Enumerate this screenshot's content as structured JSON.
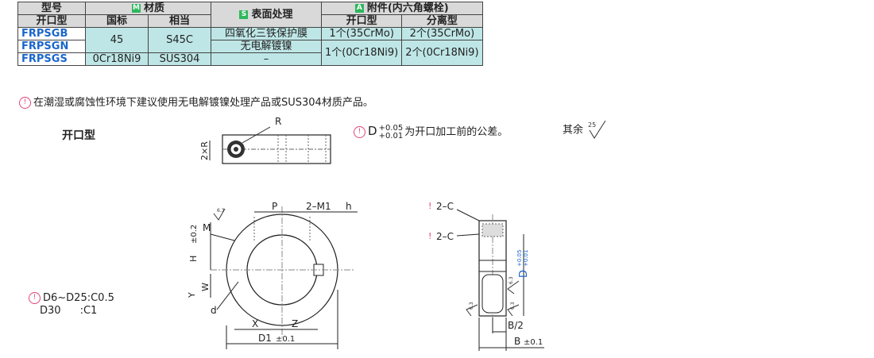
{
  "table": {
    "h_model": "型号",
    "h_material": "材质",
    "h_material_badge": "M",
    "h_surface": "表面处理",
    "h_surface_badge": "S",
    "h_accessory": "附件(内六角螺栓)",
    "h_accessory_badge": "A",
    "h_open": "开口型",
    "h_national": "国标",
    "h_equiv": "相当",
    "h_acc_open": "开口型",
    "h_acc_split": "分离型",
    "r1_code": "FRPSGB",
    "r2_code": "FRPSGN",
    "r3_code": "FRPSGS",
    "r12_national": "45",
    "r12_equiv": "S45C",
    "r1_surface": "四氧化三铁保护膜",
    "r2_surface": "无电解镀镍",
    "r3_national": "0Cr18Ni9",
    "r3_equiv": "SUS304",
    "r3_surface": "–",
    "r1_acc_open": "1个(35CrMo)",
    "r1_acc_split": "2个(35CrMo)",
    "r23_acc_open": "1个(0Cr18Ni9)",
    "r23_acc_split": "2个(0Cr18Ni9)"
  },
  "notes": {
    "main": "在潮湿或腐蚀性环境下建议使用无电解镀镍处理产品或SUS304材质产品。",
    "title_open": "开口型",
    "tol_prefix": "D",
    "tol_upper": "+0.05",
    "tol_lower": "+0.01",
    "tol_text": "为开口加工前的公差。",
    "rest": "其余",
    "rest_val": "25",
    "chamfer1": "D6~D25:C0.5",
    "chamfer2": "D30",
    "chamfer2_val": ":C1"
  },
  "dims": {
    "R": "R",
    "twoR": "2×R",
    "P": "P",
    "M1": "2–M1",
    "h": "h",
    "M": "M",
    "H": "H",
    "H_tol": "±0.2",
    "W": "W",
    "Y": "Y",
    "d": "d",
    "X": "X",
    "Z": "Z",
    "D1": "D1",
    "D1_tol": "±0.1",
    "C1": "2–C",
    "C2": "2–C",
    "D": "D",
    "D_up": "+0.05",
    "D_lo": "+0.01",
    "B2": "B/2",
    "B": "B",
    "B_tol": "±0.1",
    "r63a": "6.3",
    "r63b": "6.3",
    "r63c": "6.3",
    "r63d": "6.3"
  }
}
